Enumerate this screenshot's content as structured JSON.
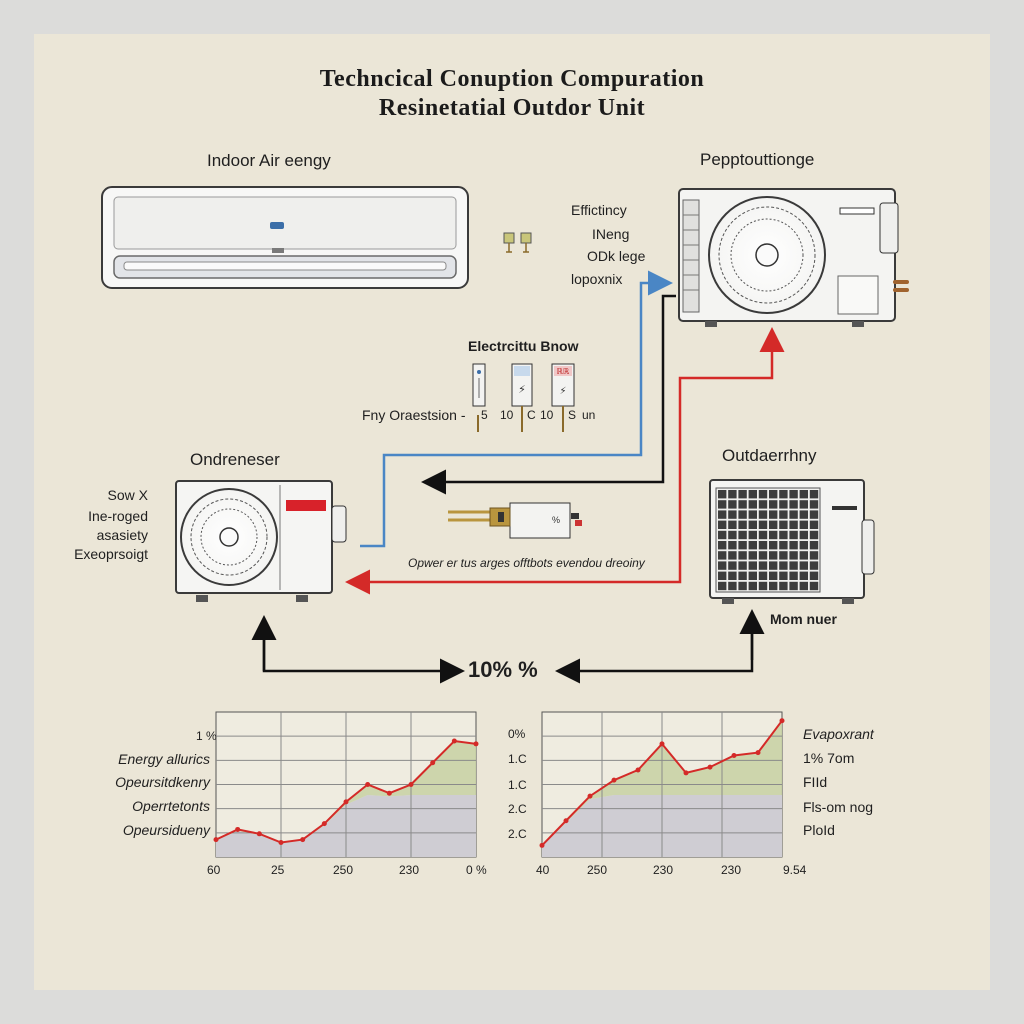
{
  "title_line1": "Techncical Conuption Compuration",
  "title_line2": "Resinetatial Outdor Unit",
  "indoor": {
    "label": "Indoor Air eengy"
  },
  "outdoor_top": {
    "label": "Pepptouttionge",
    "notes": [
      "Effictincy",
      "INeng",
      "ODk lege",
      "lopoxnix"
    ]
  },
  "electric": {
    "label": "Electrcittu Bnow",
    "left_label": "Fny Oraestsion -",
    "markers": [
      "5",
      "10",
      "C",
      "10",
      "S",
      "un"
    ],
    "meter_symbols": [
      "⚡",
      "⚡",
      "ℝℝ",
      "%"
    ]
  },
  "condenser": {
    "label": "Ondreneser",
    "side_notes": [
      "Sow X",
      "Ine-roged",
      "asasiety",
      "Exeoprsoigt"
    ]
  },
  "outdoor_right": {
    "label": "Outdaerrhny",
    "sub_label": "Mom nuer"
  },
  "power_note": "Opwer er tus arges offtbots evendou dreoiny",
  "cycle_label": "10% %",
  "colors": {
    "hot": "#d42a28",
    "cool": "#4a86c5",
    "fill_green": "#c9d3a6",
    "fill_gray": "#cfcdd3",
    "accent_red": "#d8222a",
    "bg": "#ebe6d7"
  },
  "chart_data": [
    {
      "type": "line",
      "title": "",
      "x": [
        0,
        1,
        2,
        3,
        4,
        5,
        6,
        7,
        8,
        9,
        10,
        11,
        12
      ],
      "x_tick_labels": [
        "60",
        "25",
        "250",
        "230",
        "0 %"
      ],
      "y_tick_labels": [
        "1 %"
      ],
      "row_labels": [
        "Energy allurics",
        "Opeursitdkenry",
        "Operrtetonts",
        "Opeursidueny"
      ],
      "series": [
        {
          "values": [
            0.12,
            0.19,
            0.16,
            0.1,
            0.12,
            0.23,
            0.38,
            0.5,
            0.44,
            0.5,
            0.65,
            0.8,
            0.78
          ]
        }
      ],
      "ylim": [
        0,
        1
      ],
      "grid": true
    },
    {
      "type": "line",
      "title": "",
      "x": [
        0,
        1,
        2,
        3,
        4,
        5,
        6,
        7,
        8,
        9,
        10
      ],
      "x_tick_labels": [
        "40",
        "250",
        "230",
        "230",
        "9.54"
      ],
      "y_tick_labels": [
        "0%",
        "1.C",
        "1.C",
        "2.C",
        "2.C"
      ],
      "legend": [
        "Evapoxrant",
        "1% 7om",
        "FIId",
        "Fls-om nog",
        "PloId"
      ],
      "series": [
        {
          "values": [
            0.08,
            0.25,
            0.42,
            0.53,
            0.6,
            0.78,
            0.58,
            0.62,
            0.7,
            0.72,
            0.94
          ]
        }
      ],
      "ylim": [
        0,
        1
      ],
      "grid": true
    }
  ]
}
